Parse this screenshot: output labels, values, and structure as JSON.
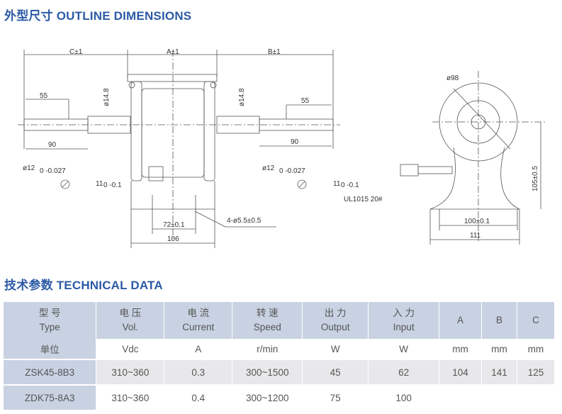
{
  "sections": {
    "outline_title": "外型尺寸 OUTLINE DIMENSIONS",
    "technical_title": "技术参数 TECHNICAL DATA"
  },
  "drawing": {
    "front": {
      "c_dim": "C±1",
      "a_dim": "A±1",
      "b_dim": "B±1",
      "left_55": "55",
      "right_55": "55",
      "left_dia": "ø14.8",
      "right_dia": "ø14.8",
      "left_90": "90",
      "right_90": "90",
      "left_shaft": "ø12",
      "left_shaft_tol": "0 -0.027",
      "right_shaft": "ø12",
      "right_shaft_tol": "0 -0.027",
      "left_flat": "11",
      "left_flat_tol": "0 -0.1",
      "right_flat": "11",
      "right_flat_tol": "0 -0.1",
      "holes": "4-ø5.5±0.5",
      "hole_spacing": "72±0.1",
      "base_width": "106"
    },
    "side": {
      "diameter": "ø98",
      "height": "105±0.5",
      "wire": "UL1015 20#",
      "foot_spacing": "100±0.1",
      "foot_width": "111"
    }
  },
  "table": {
    "headers": [
      {
        "cn": "型 号",
        "en": "Type"
      },
      {
        "cn": "电 压",
        "en": "Vol."
      },
      {
        "cn": "电 流",
        "en": "Current"
      },
      {
        "cn": "转 速",
        "en": "Speed"
      },
      {
        "cn": "出 力",
        "en": "Output"
      },
      {
        "cn": "入 力",
        "en": "Input"
      },
      {
        "cn": "",
        "en": "A"
      },
      {
        "cn": "",
        "en": "B"
      },
      {
        "cn": "",
        "en": "C"
      }
    ],
    "units": [
      "单位",
      "Vdc",
      "A",
      "r/min",
      "W",
      "W",
      "mm",
      "mm",
      "mm"
    ],
    "rows": [
      [
        "ZSK45-8B3",
        "310~360",
        "0.3",
        "300~1500",
        "45",
        "62",
        "104",
        "141",
        "125"
      ],
      [
        "ZDK75-8A3",
        "310~360",
        "0.4",
        "300~1200",
        "75",
        "100",
        "",
        "",
        ""
      ]
    ]
  },
  "colors": {
    "title": "#2c5aa6",
    "header_bg": "#c8d2e2",
    "row_alt": "#e8e8ea"
  }
}
